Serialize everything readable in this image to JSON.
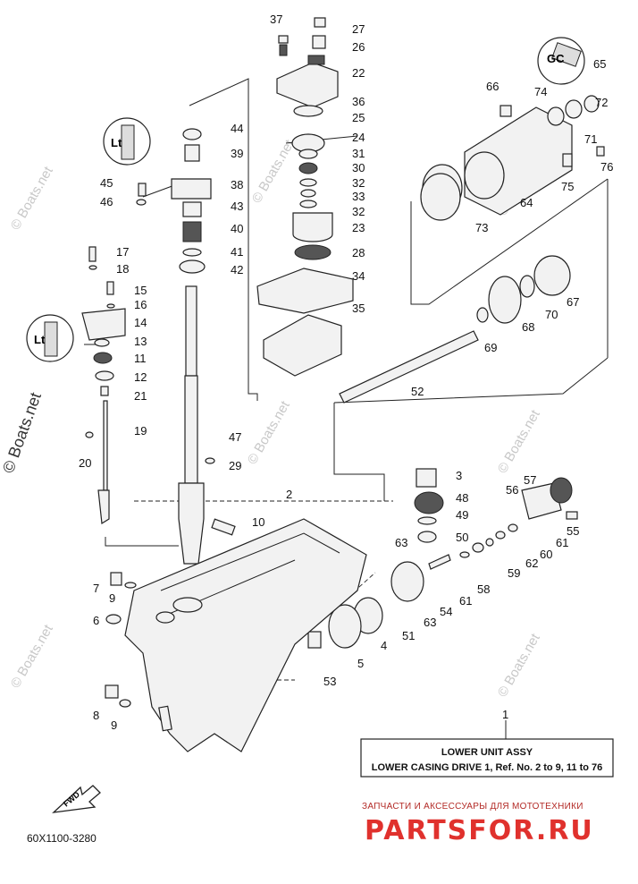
{
  "diagram": {
    "title_box": {
      "ref_number": "1",
      "line1": "LOWER UNIT ASSY",
      "line2": "LOWER CASING DRIVE 1, Ref. No. 2 to 9, 11 to 76"
    },
    "code": "60X1100-3280",
    "fwd_label": "FWD",
    "watermark": "© Boats.net",
    "brand": {
      "subtitle": "ЗАПЧАСТИ И АКСЕССУАРЫ ДЛЯ МОТОТЕХНИКИ",
      "name": "PARTSFOR.RU",
      "color": "#e0312d"
    },
    "callouts": [
      "37",
      "27",
      "26",
      "22",
      "36",
      "25",
      "24",
      "31",
      "30",
      "32",
      "33",
      "32",
      "23",
      "28",
      "34",
      "35",
      "44",
      "39",
      "38",
      "43",
      "40",
      "41",
      "42",
      "45",
      "46",
      "17",
      "18",
      "15",
      "16",
      "14",
      "13",
      "11",
      "12",
      "21",
      "19",
      "20",
      "47",
      "29",
      "10",
      "2",
      "7",
      "9",
      "6",
      "8",
      "9",
      "65",
      "66",
      "74",
      "72",
      "71",
      "76",
      "75",
      "64",
      "73",
      "67",
      "70",
      "68",
      "69",
      "52",
      "3",
      "48",
      "49",
      "50",
      "57",
      "56",
      "55",
      "61",
      "60",
      "62",
      "59",
      "58",
      "61",
      "63",
      "54",
      "63",
      "51",
      "4",
      "5",
      "53"
    ],
    "seal_icons": [
      "ring-seal-icon-a",
      "ring-seal-icon-b",
      "ring-seal-icon-c"
    ]
  }
}
